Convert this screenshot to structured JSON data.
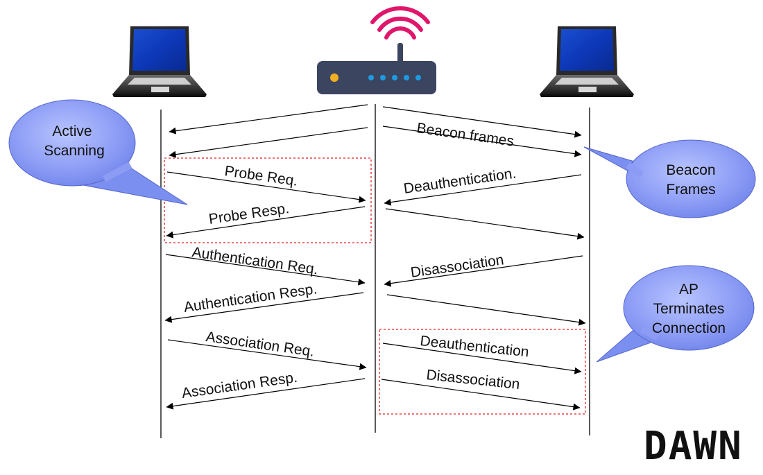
{
  "messages": {
    "beacon_frames": "Beacon frames",
    "probe_req": "Probe Req.",
    "probe_resp": "Probe Resp.",
    "deauth_1": "Deauthentication.",
    "auth_req": "Authentication Req.",
    "auth_resp": "Authentication Resp.",
    "disassoc_1": "Disassociation",
    "assoc_req": "Association Req.",
    "assoc_resp": "Association Resp.",
    "deauth_2": "Deauthentication",
    "disassoc_2": "Disassociation"
  },
  "callouts": {
    "active_scanning": [
      "Active",
      "Scanning"
    ],
    "beacon_frames": [
      "Beacon",
      "Frames"
    ],
    "ap_terminates": [
      "AP",
      "Terminates",
      "Connection"
    ]
  },
  "logo": "DAWN",
  "colors": {
    "callout_fill": "#7b8ff0",
    "dashed_box": "#e02020",
    "wifi_arcs": "#e0156b",
    "router_body": "#3b4560",
    "router_leds": "#1e9be0",
    "router_power_led": "#f0b020"
  },
  "icons": {
    "left_client": "laptop-icon",
    "access_point": "wifi-router-icon",
    "right_client": "laptop-icon"
  }
}
